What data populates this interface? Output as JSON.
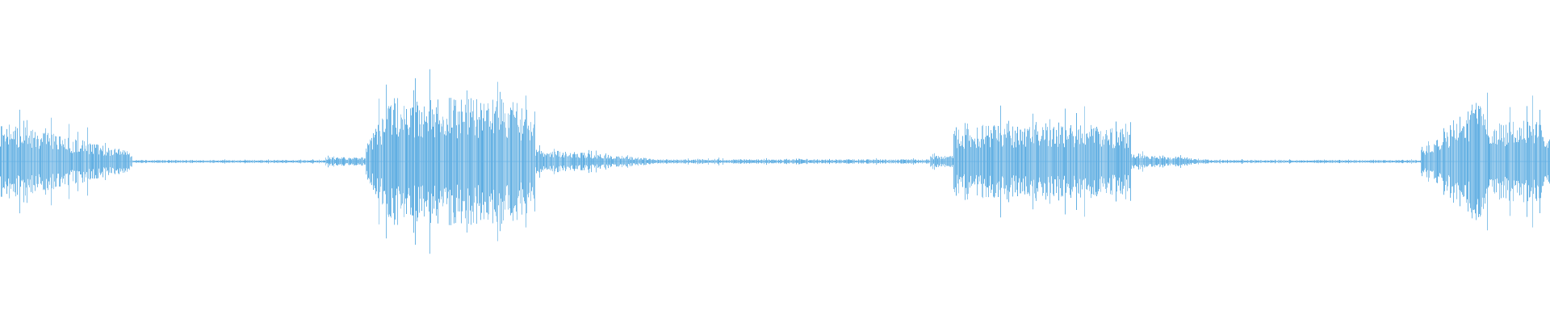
{
  "colors": {
    "background": "#ffffff",
    "waveform": "#5dade2"
  },
  "waveform": {
    "segments": [
      {
        "start": 0.0,
        "end": 0.085,
        "peak": 0.55,
        "shape": "decay"
      },
      {
        "start": 0.085,
        "end": 0.21,
        "peak": 0.02,
        "shape": "flat"
      },
      {
        "start": 0.21,
        "end": 0.236,
        "peak": 0.06,
        "shape": "flat"
      },
      {
        "start": 0.236,
        "end": 0.255,
        "peak": 1.0,
        "shape": "attack"
      },
      {
        "start": 0.255,
        "end": 0.345,
        "peak": 0.9,
        "shape": "sustain"
      },
      {
        "start": 0.345,
        "end": 0.42,
        "peak": 0.18,
        "shape": "decay"
      },
      {
        "start": 0.42,
        "end": 0.6,
        "peak": 0.03,
        "shape": "flat"
      },
      {
        "start": 0.6,
        "end": 0.615,
        "peak": 0.08,
        "shape": "flat"
      },
      {
        "start": 0.615,
        "end": 0.73,
        "peak": 0.55,
        "shape": "sustain"
      },
      {
        "start": 0.73,
        "end": 0.78,
        "peak": 0.12,
        "shape": "decay"
      },
      {
        "start": 0.78,
        "end": 0.917,
        "peak": 0.02,
        "shape": "flat"
      },
      {
        "start": 0.917,
        "end": 0.96,
        "peak": 1.0,
        "shape": "attack"
      },
      {
        "start": 0.96,
        "end": 1.0,
        "peak": 0.6,
        "shape": "sustain"
      }
    ]
  }
}
